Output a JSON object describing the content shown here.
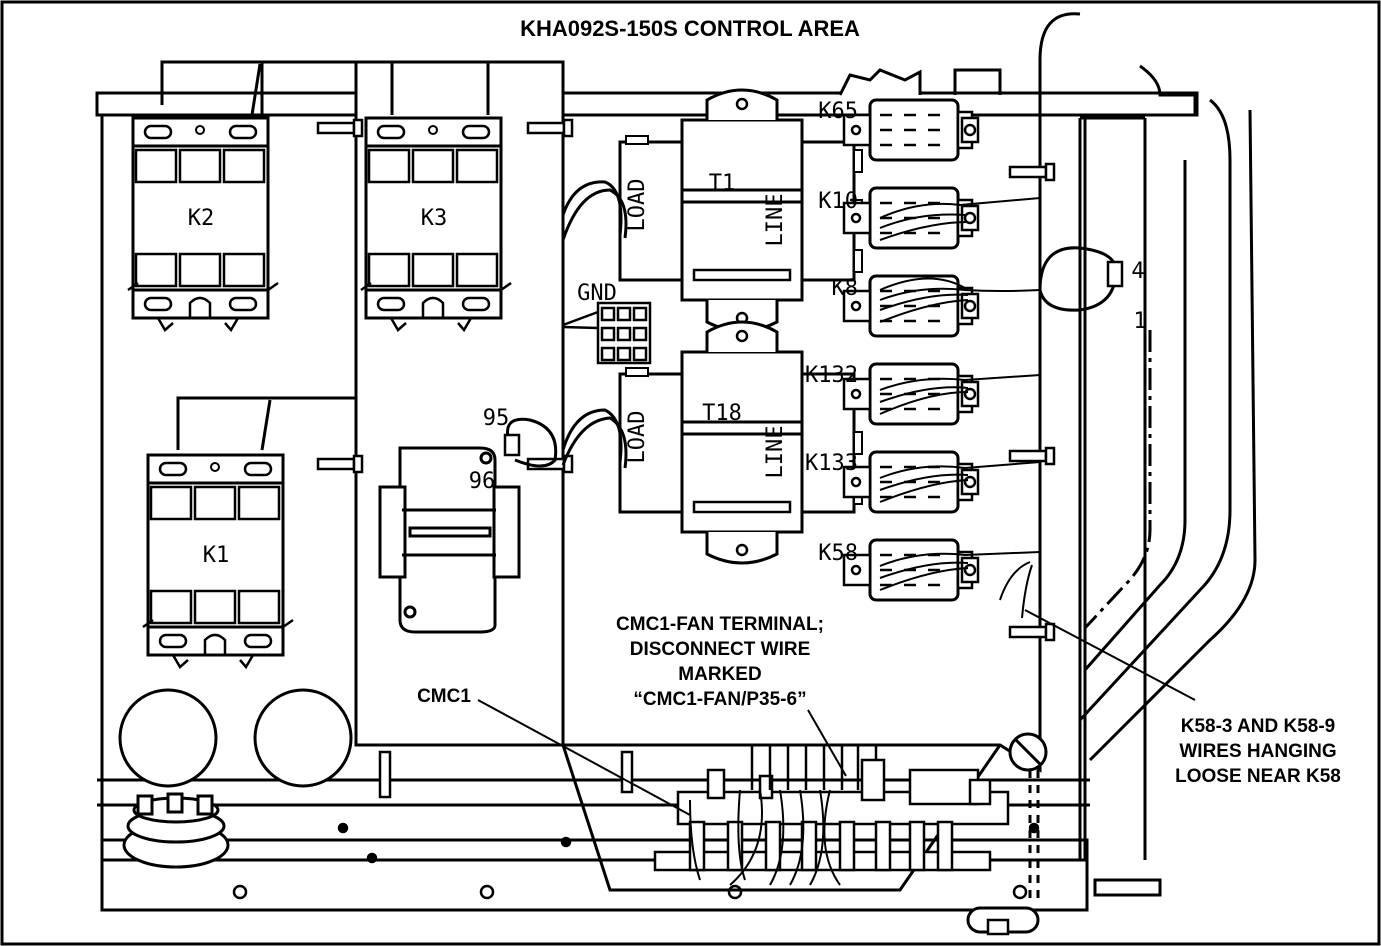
{
  "title": "KHA092S-150S CONTROL AREA",
  "contactors": {
    "k2": "K2",
    "k3": "K3",
    "k1": "K1"
  },
  "transformers": {
    "t1": "T1",
    "t18": "T18",
    "load": "LOAD",
    "line": "LINE"
  },
  "relays": [
    "K65",
    "K10",
    "K8",
    "K132",
    "K133",
    "K58"
  ],
  "terminals": {
    "gnd": "GND",
    "t95": "95",
    "t96": "96",
    "t4": "4",
    "t1": "1"
  },
  "callouts": {
    "cmc1": "CMC1",
    "fan_terminal": [
      "CMC1-FAN TERMINAL;",
      "DISCONNECT WIRE",
      "MARKED",
      "“CMC1-FAN/P35-6”"
    ],
    "k58_wires": [
      "K58-3 AND K58-9",
      "WIRES HANGING",
      "LOOSE NEAR K58"
    ]
  },
  "colors": {
    "ink": "#000000",
    "paper": "#ffffff"
  }
}
